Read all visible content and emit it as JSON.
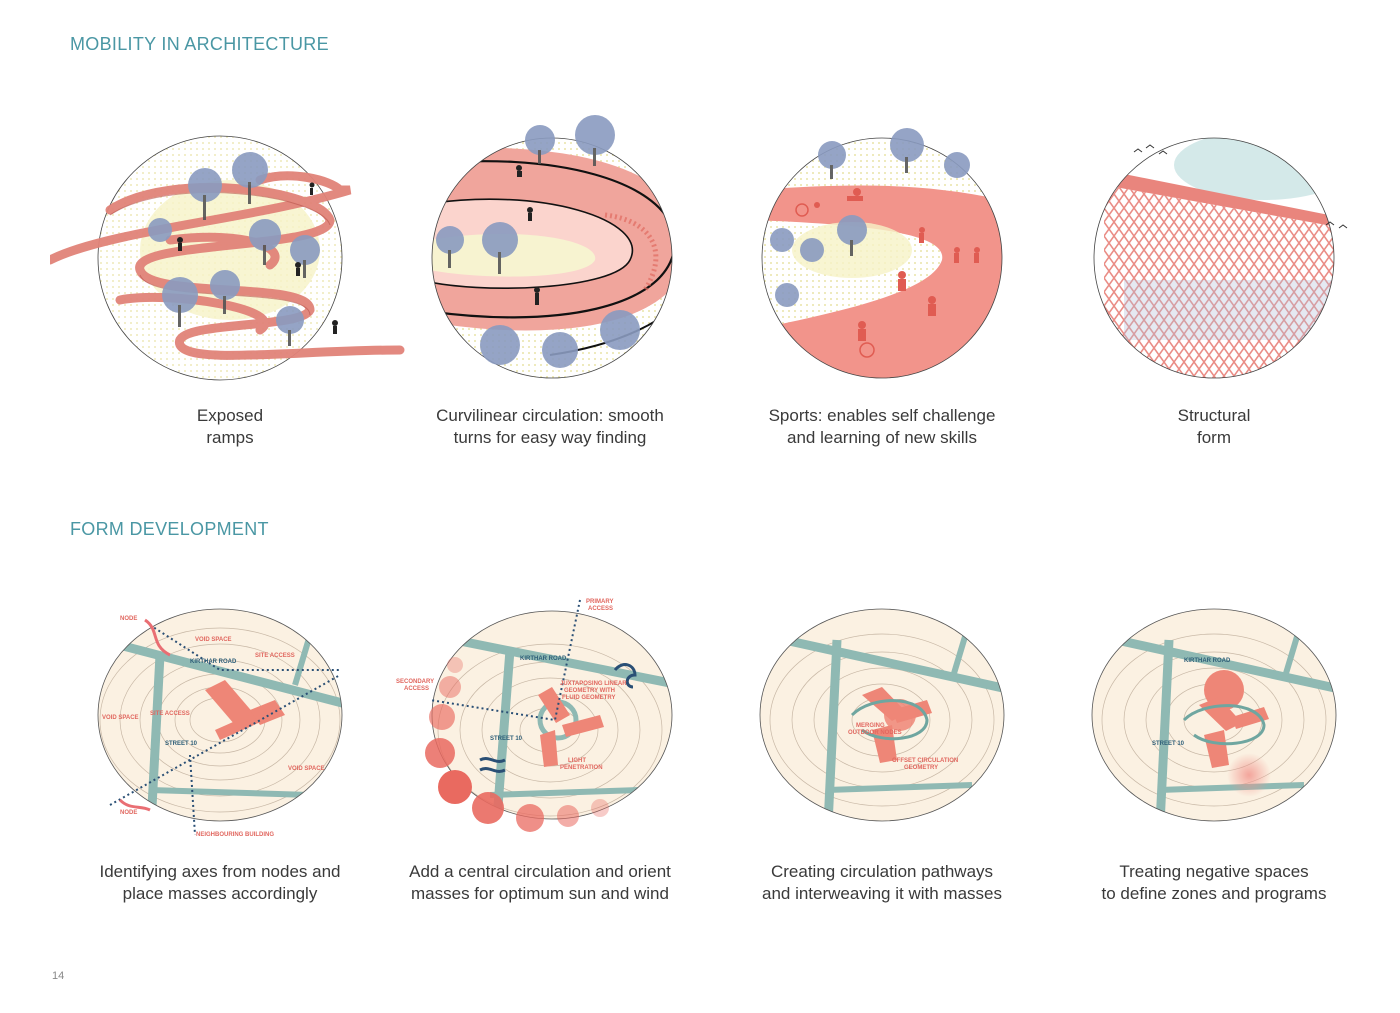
{
  "sections": {
    "mobility": {
      "title": "MOBILITY IN ARCHITECTURE",
      "panels": [
        {
          "caption_line1": "Exposed",
          "caption_line2": "ramps"
        },
        {
          "caption_line1": "Curvilinear circulation: smooth",
          "caption_line2": "turns for easy way finding"
        },
        {
          "caption_line1": "Sports: enables self challenge",
          "caption_line2": "and learning of new skills"
        },
        {
          "caption_line1": "Structural",
          "caption_line2": "form"
        }
      ]
    },
    "form": {
      "title": "FORM DEVELOPMENT",
      "panels": [
        {
          "caption_line1": "Identifying axes from nodes and",
          "caption_line2": "place masses accordingly",
          "labels": {
            "node_top": "NODE",
            "void_top": "VOID SPACE",
            "site_access": "SITE ACCESS",
            "road": "KIRTHAR ROAD",
            "site_access2": "SITE ACCESS",
            "void_left": "VOID SPACE",
            "street": "STREET 10",
            "void_right": "VOID SPACE",
            "node_bottom": "NODE",
            "neighbouring": "NEIGHBOURING BUILDING"
          }
        },
        {
          "caption_line1": "Add a central circulation and orient",
          "caption_line2": "masses for optimum sun and wind",
          "labels": {
            "primary_1": "PRIMARY",
            "primary_2": "ACCESS",
            "road": "KIRTHAR ROAD",
            "secondary_1": "SECONDARY",
            "secondary_2": "ACCESS",
            "juxt_1": "JUXTAPOSING LINEAR",
            "juxt_2": "GEOMETRY WITH",
            "juxt_3": "FLUID GEOMETRY",
            "street": "STREET 10",
            "light_1": "LIGHT",
            "light_2": "PENETRATION"
          }
        },
        {
          "caption_line1": "Creating circulation pathways",
          "caption_line2": "and interweaving it with masses",
          "labels": {
            "merging_1": "MERGING",
            "merging_2": "OUTDOOR NODES",
            "offset_1": "OFFSET CIRCULATION",
            "offset_2": "GEOMETRY"
          }
        },
        {
          "caption_line1": "Treating negative spaces",
          "caption_line2": "to define zones and programs",
          "labels": {
            "road": "KIRTHAR ROAD",
            "street": "STREET 10"
          }
        }
      ]
    }
  },
  "page_number": "14",
  "colors": {
    "accent": "#4a97a4",
    "coral": "#e97d74",
    "teal_path": "#8fb9b3",
    "tree": "#8a9bc0"
  }
}
